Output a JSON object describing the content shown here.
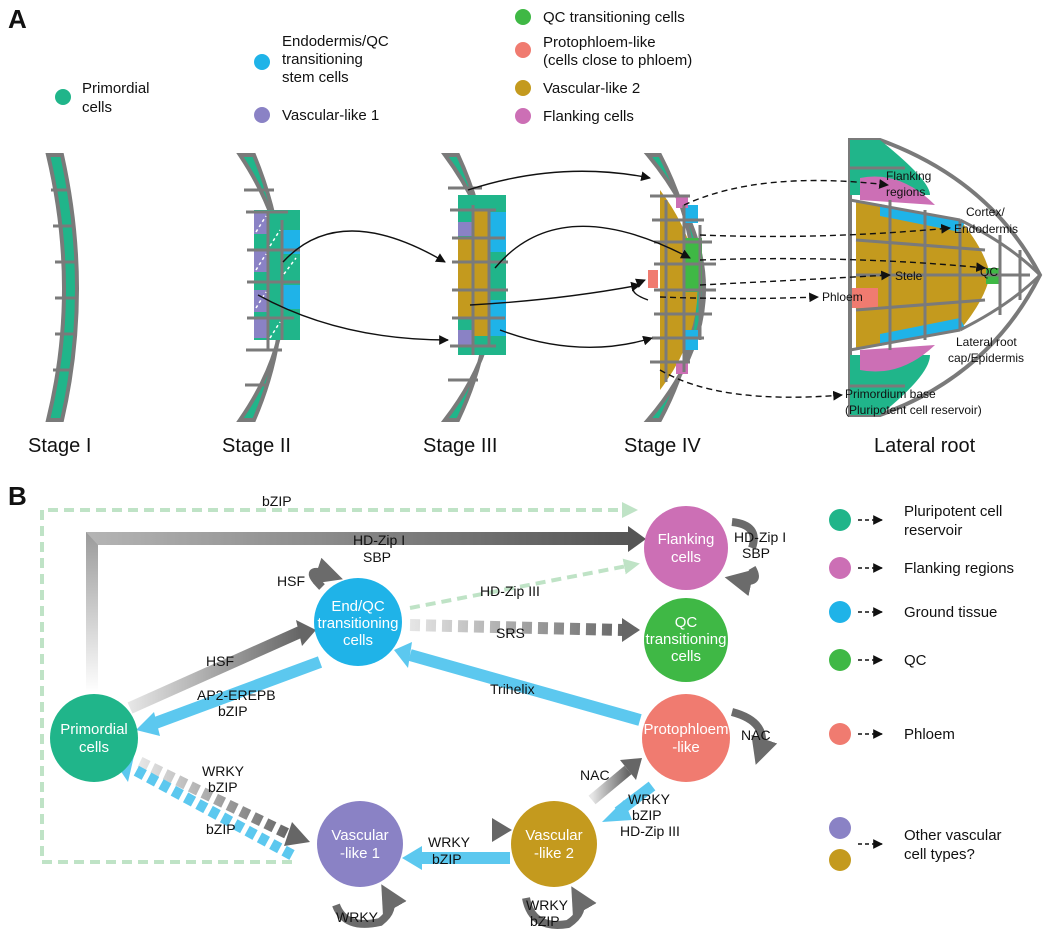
{
  "panel_a": {
    "label": "A",
    "legend": {
      "primordial": "Primordial",
      "primordial2": "cells",
      "endo1": "Endodermis/QC",
      "endo2": "transitioning",
      "endo3": "stem cells",
      "vasc1": "Vascular-like 1",
      "qc": "QC transitioning cells",
      "proto1": "Protophloem-like",
      "proto2": "(cells close to phloem)",
      "vasc2": "Vascular-like 2",
      "flank": "Flanking cells"
    },
    "stages": [
      "Stage I",
      "Stage II",
      "Stage III",
      "Stage IV",
      "Lateral root"
    ],
    "root_labels": {
      "flank1": "Flanking",
      "flank2": "regions",
      "cortex1": "Cortex/",
      "cortex2": "Endodermis",
      "qc": "QC",
      "stele": "Stele",
      "phloem": "Phloem",
      "cap1": "Lateral root",
      "cap2": "cap/Epidermis",
      "base1": "Primordium base",
      "base2": "(Pluripotent cell reservoir)"
    }
  },
  "panel_b": {
    "label": "B",
    "nodes": {
      "primordial1": "Primordial",
      "primordial2": "cells",
      "endqc1": "End/QC",
      "endqc2": "transitioning",
      "endqc3": "cells",
      "flank1": "Flanking",
      "flank2": "cells",
      "qc1": "QC",
      "qc2": "transitioning",
      "qc3": "cells",
      "proto1": "Protophloem",
      "proto2": "-like",
      "v1a": "Vascular",
      "v1b": "-like 1",
      "v2a": "Vascular",
      "v2b": "-like 2"
    },
    "edges": {
      "bzip_top": "bZIP",
      "hdzip1": "HD-Zip I",
      "sbp": "SBP",
      "hsf_self": "HSF",
      "hdzip3": "HD-Zip III",
      "srs": "SRS",
      "hsf": "HSF",
      "ap2": "AP2-EREPB",
      "bzip_ap2": "bZIP",
      "trihelix": "Trihelix",
      "flank_self1": "HD-Zip I",
      "flank_self2": "SBP",
      "nac_self": "NAC",
      "nac": "NAC",
      "wrky_p2v": "WRKY",
      "bzip_p2v": "bZIP",
      "bzip_v2p": "bZIP",
      "wrky_v1v2": "WRKY",
      "bzip_v2v1": "bZIP",
      "wrky_v2p1": "WRKY",
      "wrky_v2p2": "bZIP",
      "wrky_v2p3": "HD-Zip III",
      "wrky_v1self": "WRKY",
      "wrky_v2self1": "WRKY",
      "wrky_v2self2": "bZIP"
    },
    "legend": [
      {
        "label1": "Pluripotent cell",
        "label2": "reservoir",
        "color": "#20b58a"
      },
      {
        "label1": "Flanking regions",
        "label2": "",
        "color": "#cc6fb5"
      },
      {
        "label1": "Ground tissue",
        "label2": "",
        "color": "#1fb3e8"
      },
      {
        "label1": "QC",
        "label2": "",
        "color": "#3fb845"
      },
      {
        "label1": "Phloem",
        "label2": "",
        "color": "#f07b70"
      },
      {
        "label1": "Other vascular",
        "label2": "cell types?",
        "color": "#8a82c5"
      }
    ]
  },
  "colors": {
    "primordial": "#20b58a",
    "endo": "#1fb3e8",
    "vasc1": "#8a82c5",
    "qc": "#3fb845",
    "proto": "#f07b70",
    "vasc2": "#c49a1e",
    "flank": "#cc6fb5",
    "cell_border": "#7a7a7a",
    "arrow_gray": "#6b6b6b",
    "arrow_blue": "#5cc8ef",
    "arrow_dash_green": "#bfe3c6"
  }
}
